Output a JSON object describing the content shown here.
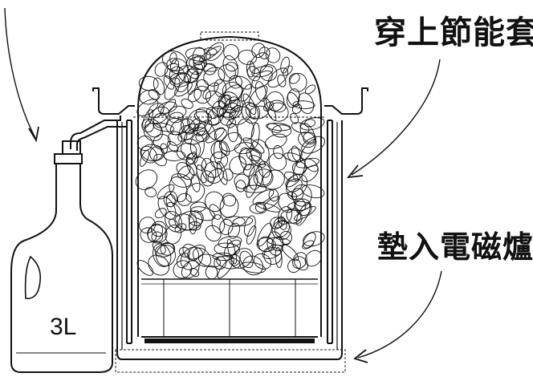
{
  "diagram": {
    "label_cover": "穿上節能套",
    "label_stove": "墊入電磁爐",
    "bottle_capacity": "3L"
  }
}
